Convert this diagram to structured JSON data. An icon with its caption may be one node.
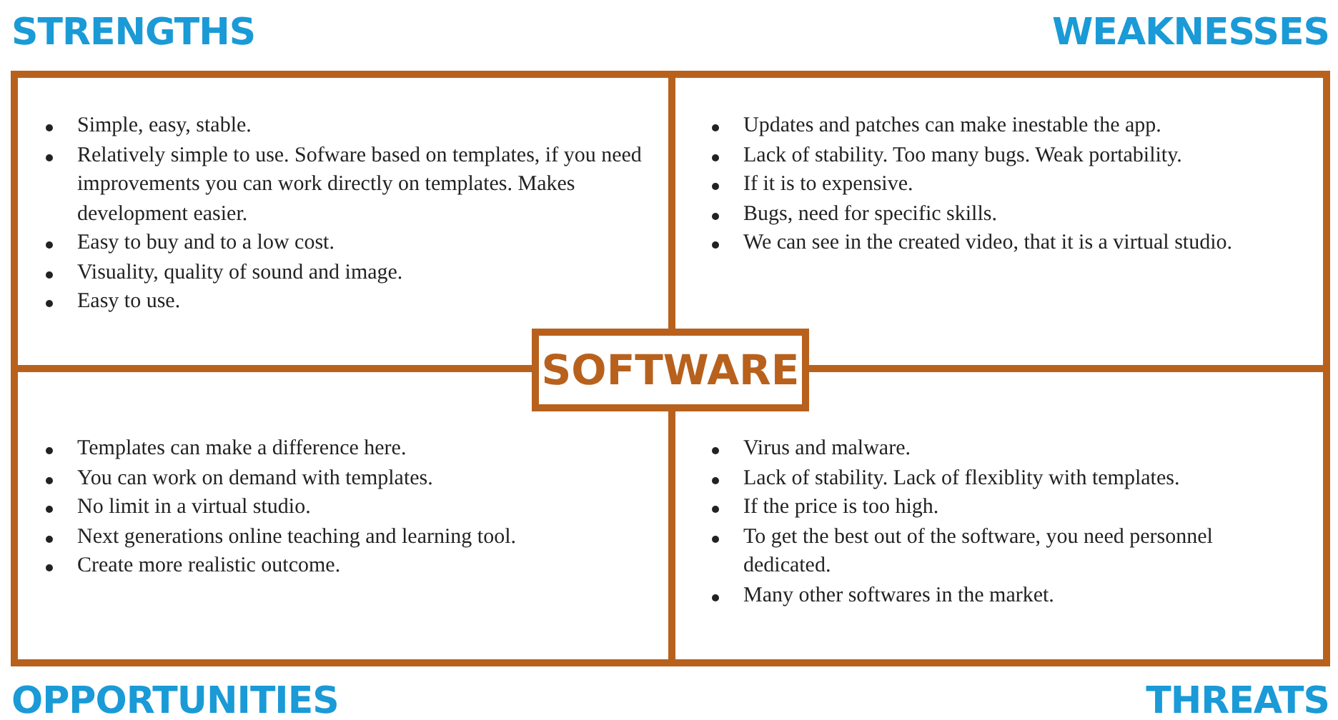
{
  "diagram": {
    "nodes": [
      {
        "text": [
          "STRENGTHS",
          "Simple, easy, stable.",
          "Relatively simple to use. Sofware based on templates, if you need improvements you can work directly on templates. Makes development easier.",
          "Easy to buy and to a low cost.",
          "Visuality, quality of sound and image.",
          "Easy to use."
        ]
      },
      {
        "text": [
          "WEAKNESSES",
          "Updates and patches can make inestable the app.",
          "Lack of stability. Too many bugs. Weak portability.",
          "If it is to expensive.",
          "Bugs, need for specific skills.",
          "We can see in the created video, that it is a virtual studio."
        ]
      },
      {
        "text": [
          "SOFTWARE"
        ]
      },
      {
        "text": [
          "Templates can make a difference here.",
          "You can work on demand with templates.",
          "No limit in a virtual studio.",
          "Next generations online teaching and learning tool.",
          "Create more realistic outcome.",
          "OPPORTUNITIES"
        ]
      },
      {
        "text": [
          "Virus and malware.",
          "Lack of stability. Lack of flexiblity with templates.",
          "If the price is too high.",
          "To get the best out of the software, you need personnel dedicated.",
          "Many other softwares in the market.",
          "THREATS"
        ]
      }
    ]
  }
}
